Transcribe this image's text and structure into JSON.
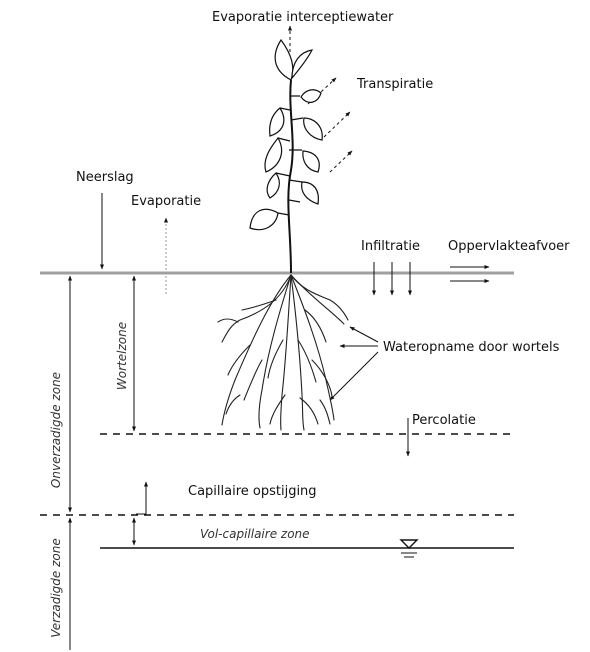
{
  "labels": {
    "evaporatie_interceptiewater": "Evaporatie interceptiewater",
    "transpiratie": "Transpiratie",
    "neerslag": "Neerslag",
    "evaporatie": "Evaporatie",
    "infiltratie": "Infiltratie",
    "oppervlakteafvoer": "Oppervlakteafvoer",
    "wateropname": "Wateropname door wortels",
    "percolatie": "Percolatie",
    "capillaire_opstijging": "Capillaire opstijging",
    "vol_capillaire_zone": "Vol-capillaire zone",
    "wortelzone": "Wortelzone",
    "onverzadigde_zone": "Onverzadigde zone",
    "verzadigde_zone": "Verzadigde zone"
  },
  "colors": {
    "ground_line": "#a0a0a0",
    "ink": "#111111",
    "leaf_fill": "#ffffff"
  }
}
